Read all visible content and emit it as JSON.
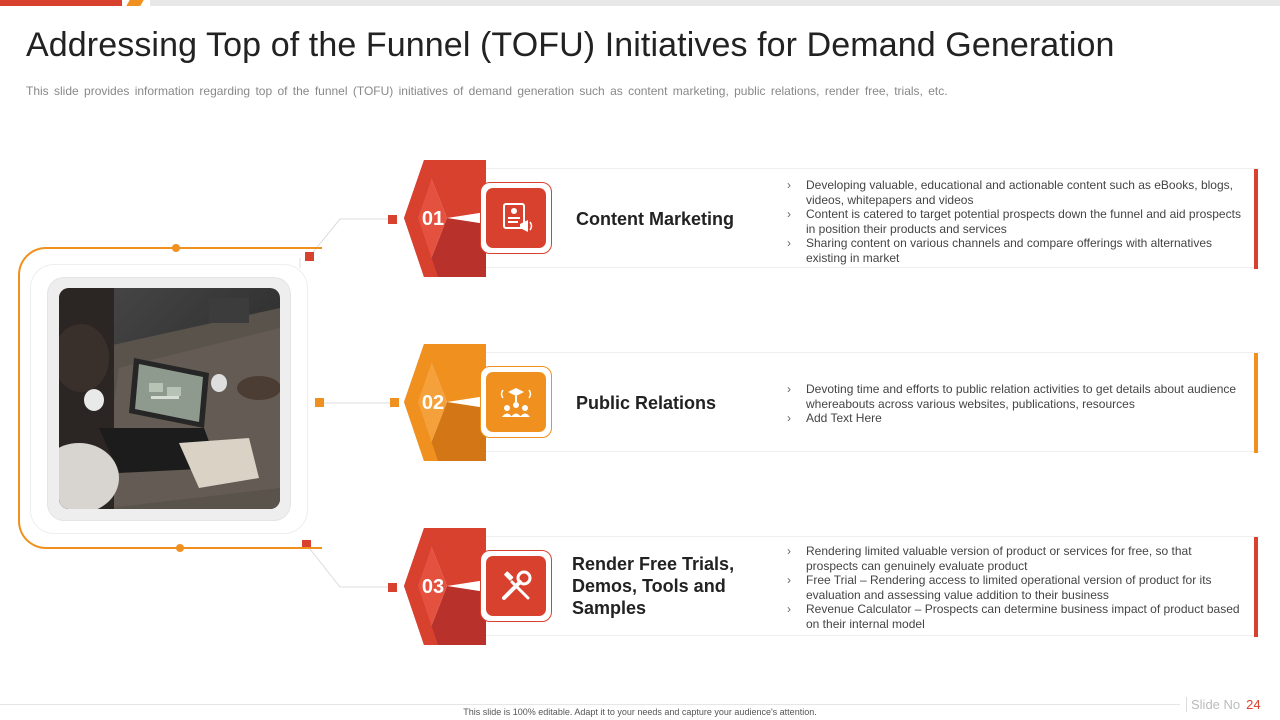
{
  "title": "Addressing Top of the Funnel (TOFU) Initiatives for Demand Generation",
  "subtitle": "This slide provides information regarding top of the funnel (TOFU) initiatives of demand generation such as content marketing, public relations, render free, trials, etc.",
  "colors": {
    "red": "#d9412f",
    "orange": "#f0901e",
    "dark_red": "#b8322b",
    "dark_orange": "#d27616"
  },
  "items": [
    {
      "number": "01",
      "heading": "Content Marketing",
      "icon": "content-marketing-icon",
      "bullets": [
        "Developing valuable, educational and actionable content such as eBooks, blogs, videos, whitepapers and videos",
        "Content is catered to target potential prospects down the funnel and aid prospects in position their products and services",
        "Sharing content on various channels and compare offerings with alternatives existing in market"
      ]
    },
    {
      "number": "02",
      "heading": "Public Relations",
      "icon": "public-relations-icon",
      "bullets": [
        "Devoting time and efforts to public relation activities to get details about audience whereabouts across various websites, publications, resources",
        "Add Text Here"
      ]
    },
    {
      "number": "03",
      "heading": "Render Free Trials, Demos, Tools and Samples",
      "icon": "tools-icon",
      "bullets": [
        "Rendering limited valuable version of product or services for free, so that prospects can genuinely evaluate product",
        "Free Trial – Rendering access to limited operational version of product for its evaluation and assessing value addition to their business",
        "Revenue Calculator – Prospects can determine business impact of product based on their internal model"
      ]
    }
  ],
  "footer": "This slide is 100% editable. Adapt it to your needs and capture your audience's attention.",
  "slide_label": "Slide No",
  "slide_number": "24"
}
